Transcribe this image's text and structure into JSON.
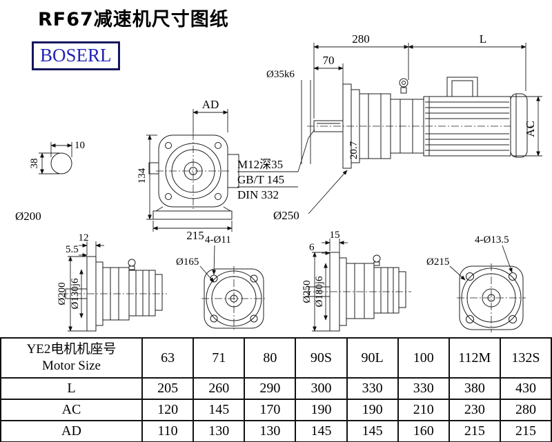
{
  "page": {
    "title": "RF67减速机尺寸图纸",
    "logo": "BOSERL"
  },
  "dims": {
    "d10": "10",
    "d38": "38",
    "dia200_a": "Ø200",
    "ad": "AD",
    "d134": "134",
    "d215": "215",
    "d280": "280",
    "L": "L",
    "d70": "70",
    "dia35k6": "Ø35k6",
    "ac": "AC",
    "d20_7": "20.7",
    "note_m12": "M12深35",
    "note_gbt": "GB/T 145",
    "note_din": "DIN 332",
    "dia250_a": "Ø250",
    "d12": "12",
    "d5_5": "5.5",
    "dia200_b": "Ø200",
    "dia130j6": "Ø130j6",
    "holes11": "4-Ø11",
    "dia165": "Ø165",
    "d15": "15",
    "d6": "6",
    "dia250_b": "Ø250",
    "dia180j6": "Ø180j6",
    "holes135": "4-Ø13.5",
    "dia215_b": "Ø215"
  },
  "table": {
    "motor_label_cn": "YE2电机机座号",
    "motor_label_en": "Motor Size",
    "sizes": [
      "63",
      "71",
      "80",
      "90S",
      "90L",
      "100",
      "112M",
      "132S"
    ],
    "rows": [
      {
        "label": "L",
        "values": [
          "205",
          "260",
          "290",
          "300",
          "330",
          "330",
          "380",
          "430"
        ]
      },
      {
        "label": "AC",
        "values": [
          "120",
          "145",
          "170",
          "190",
          "190",
          "210",
          "230",
          "280"
        ]
      },
      {
        "label": "AD",
        "values": [
          "110",
          "130",
          "130",
          "145",
          "145",
          "160",
          "215",
          "215"
        ]
      }
    ]
  }
}
